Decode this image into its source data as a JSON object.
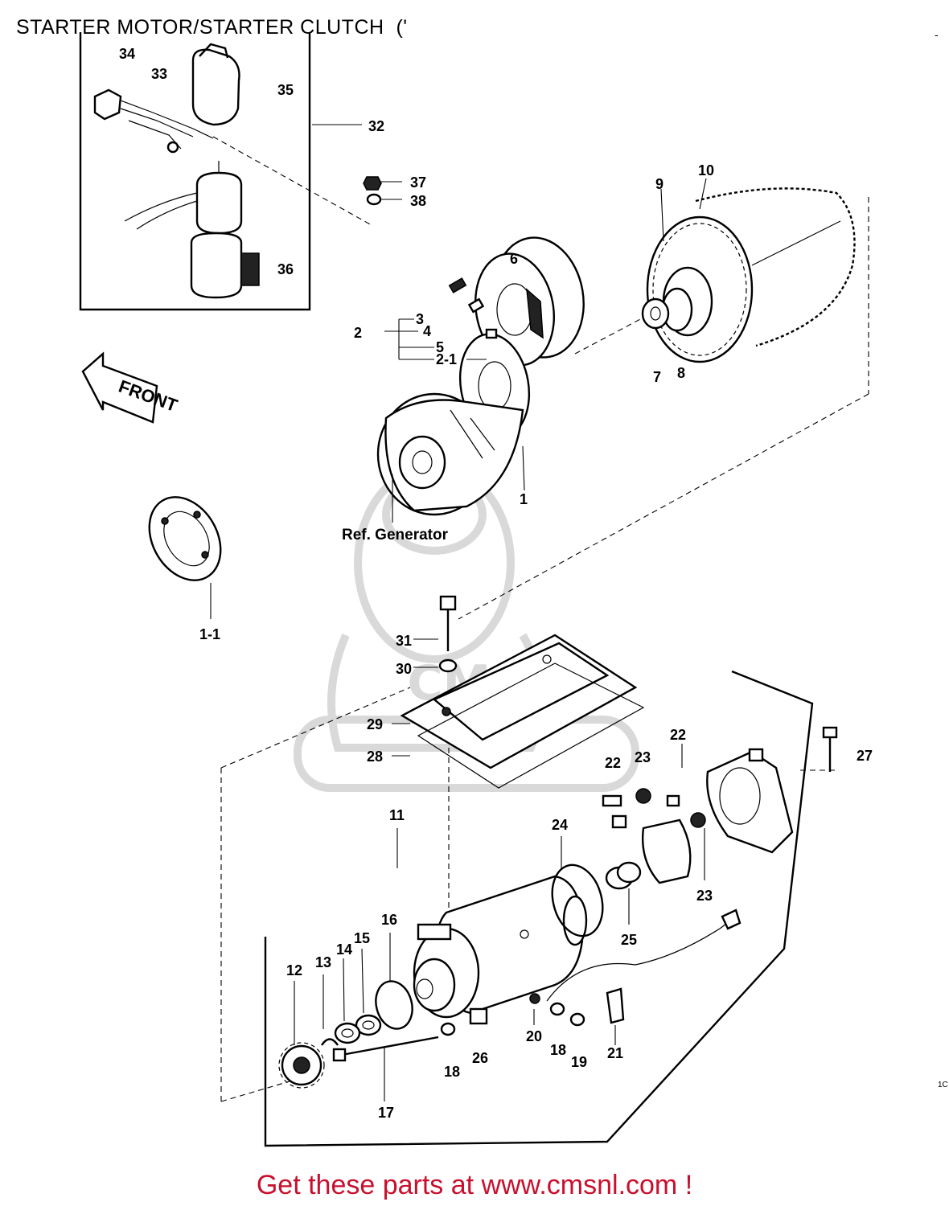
{
  "title": "STARTER MOTOR/STARTER CLUTCH  ('",
  "footer": "Get these parts at www.cmsnl.com !",
  "reference_label": "Ref. Generator",
  "front_arrow_label": "FRONT",
  "corner_marks": [
    "-",
    "1C"
  ],
  "watermark_text": "CMS",
  "colors": {
    "footer": "#c8102e",
    "line": "#000000",
    "watermark": "#d9d9d9"
  },
  "callouts": {
    "n34": "34",
    "n33": "33",
    "n35": "35",
    "n32": "32",
    "n37": "37",
    "n38": "38",
    "n36": "36",
    "n9": "9",
    "n10": "10",
    "n6": "6",
    "n2": "2",
    "n3": "3",
    "n4": "4",
    "n5": "5",
    "n2_1": "2-1",
    "n7": "7",
    "n8": "8",
    "n1": "1",
    "n1_1": "1-1",
    "n31": "31",
    "n30": "30",
    "n29": "29",
    "n28": "28",
    "n22a": "22",
    "n22b": "22",
    "n23a": "23",
    "n23b": "23",
    "n27": "27",
    "n11": "11",
    "n24": "24",
    "n16": "16",
    "n15": "15",
    "n14": "14",
    "n13": "13",
    "n12": "12",
    "n25": "25",
    "n20": "20",
    "n18a": "18",
    "n19": "19",
    "n21": "21",
    "n26": "26",
    "n18b": "18",
    "n17": "17"
  }
}
